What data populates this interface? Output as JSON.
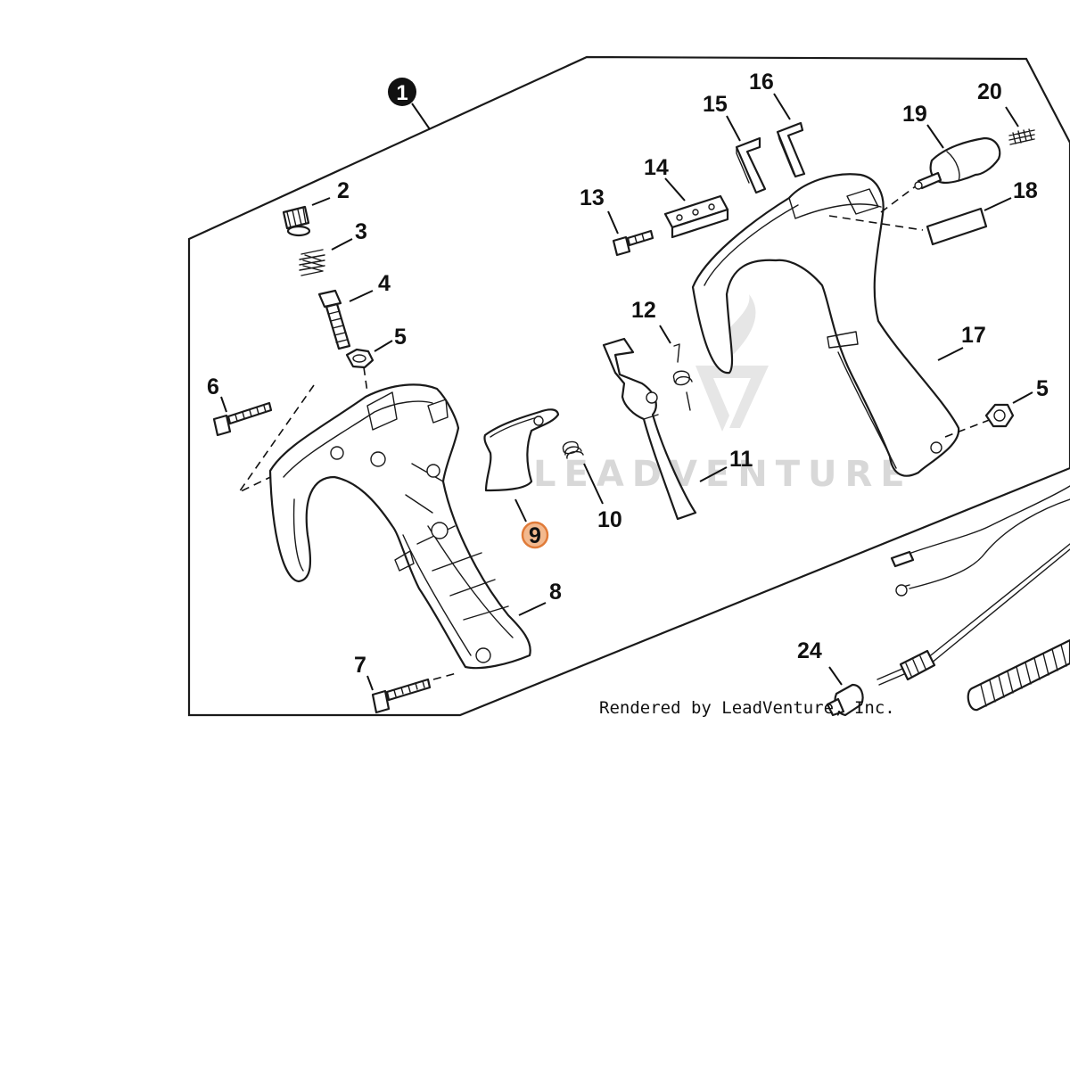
{
  "diagram": {
    "assembly_callout": "1",
    "callouts": [
      {
        "id": "c2",
        "label": "2"
      },
      {
        "id": "c3",
        "label": "3"
      },
      {
        "id": "c4",
        "label": "4"
      },
      {
        "id": "c5a",
        "label": "5"
      },
      {
        "id": "c6",
        "label": "6"
      },
      {
        "id": "c7",
        "label": "7"
      },
      {
        "id": "c8",
        "label": "8"
      },
      {
        "id": "c9",
        "label": "9",
        "highlighted": true
      },
      {
        "id": "c10",
        "label": "10"
      },
      {
        "id": "c11",
        "label": "11"
      },
      {
        "id": "c12",
        "label": "12"
      },
      {
        "id": "c13",
        "label": "13"
      },
      {
        "id": "c14",
        "label": "14"
      },
      {
        "id": "c15",
        "label": "15"
      },
      {
        "id": "c16",
        "label": "16"
      },
      {
        "id": "c17",
        "label": "17"
      },
      {
        "id": "c18",
        "label": "18"
      },
      {
        "id": "c19",
        "label": "19"
      },
      {
        "id": "c20",
        "label": "20"
      },
      {
        "id": "c5b",
        "label": "5"
      },
      {
        "id": "c24",
        "label": "24"
      }
    ],
    "credit": "Rendered by LeadVenture, Inc.",
    "watermark": "LEADVENTURE",
    "colors": {
      "line": "#1a1a1a",
      "highlight_fill": "#f3b98e",
      "highlight_stroke": "#e07b39",
      "watermark": "#d8d8d8"
    }
  }
}
